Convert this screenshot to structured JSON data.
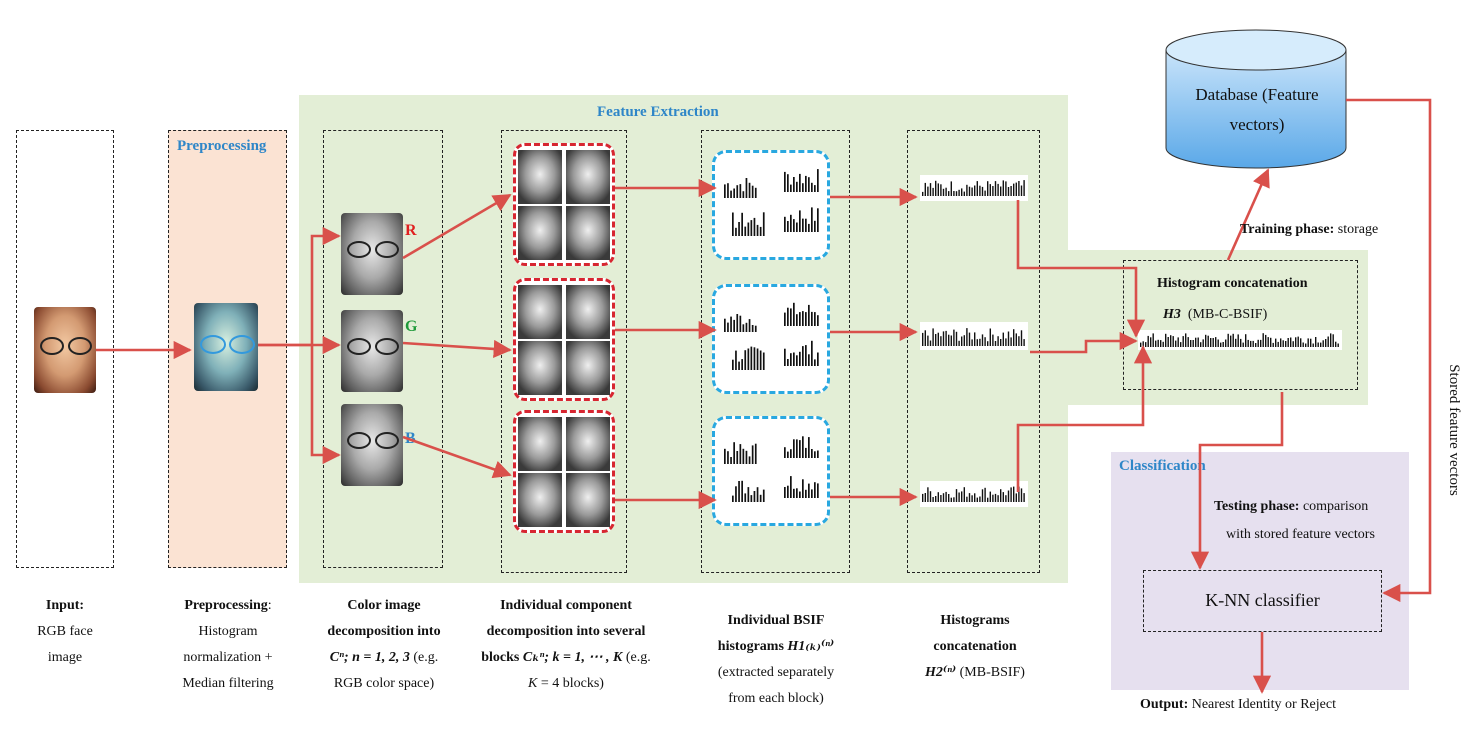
{
  "sections": {
    "feature_extraction_title": "Feature Extraction",
    "preprocessing_title": "Preprocessing",
    "classification_title": "Classification"
  },
  "channels": {
    "r": "R",
    "g": "G",
    "b": "B"
  },
  "database": {
    "label": "Database (Feature vectors)"
  },
  "training": {
    "bold": "Training phase:",
    "rest": " storage"
  },
  "testing": {
    "bold": "Testing phase:",
    "rest": " comparison",
    "line2": "with stored feature vectors"
  },
  "concat": {
    "title": "Histogram concatenation",
    "h3": "H3",
    "h3_desc": "(MB-C-BSIF)"
  },
  "knn": {
    "label": "K-NN classifier"
  },
  "stored": {
    "label": "Stored feature vectors"
  },
  "output": {
    "bold": "Output:",
    "rest": " Nearest Identity or Reject"
  },
  "captions": {
    "input": {
      "bold": "Input:",
      "l2": "RGB face",
      "l3": "image"
    },
    "preprocessing": {
      "bold": "Preprocessing",
      "colon": ":",
      "l2": "Histogram",
      "l3": "normalization +",
      "l4": "Median filtering"
    },
    "color": {
      "l1": "Color image",
      "l2": "decomposition into",
      "l3_math": "Cⁿ; n = 1, 2, 3",
      "l3_rest": " (e.g.",
      "l4": "RGB color space)"
    },
    "component": {
      "l1": "Individual component",
      "l2": "decomposition into several",
      "l3_pre": "blocks ",
      "l3_math": "Cₖⁿ; k = 1, ⋯ , K",
      "l3_rest": " (e.g.",
      "l4_math": "K",
      "l4_rest": " = 4 blocks)"
    },
    "bsif": {
      "l1": "Individual BSIF",
      "l2_pre": "histograms ",
      "l2_math": "H1₍ₖ₎⁽ⁿ⁾",
      "l3": "(extracted separately",
      "l4": "from each block)"
    },
    "concat2": {
      "l1": "Histograms",
      "l2": "concatenation",
      "l3_math": "H2⁽ⁿ⁾",
      "l3_rest": "  (MB-BSIF)"
    }
  },
  "colors": {
    "feature_bg": "#e3eed6",
    "pre_bg": "#fbe3d3",
    "class_bg": "#e6e0ef",
    "arrow": "#d9504b",
    "red_dash": "#d72631",
    "blue_dash": "#29a8e0",
    "title_blue": "#2e86c8",
    "r": "#e02020",
    "g": "#1f9a3a",
    "b": "#2e86c8"
  }
}
